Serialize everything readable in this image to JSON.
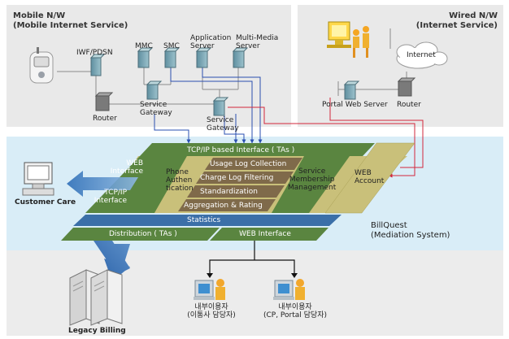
{
  "mobile_panel": {
    "title_line1": "Mobile N/W",
    "title_line2": "(Mobile Internet Service)",
    "iwf_label": "IWF/PDSN",
    "mmc_label": "MMC",
    "smc_label": "SMC",
    "app_server_line1": "Application",
    "app_server_line2": "Server",
    "mm_server_line1": "Multi-Media",
    "mm_server_line2": "Server",
    "router_label": "Router",
    "gateway1_line1": "Service",
    "gateway1_line2": "Gateway",
    "gateway2_line1": "Service",
    "gateway2_line2": "Gateway"
  },
  "wired_panel": {
    "title_line1": "Wired N/W",
    "title_line2": "(Internet Service)",
    "internet_label": "Internet",
    "portal_label": "Portal Web Server",
    "router_label": "Router"
  },
  "platform": {
    "tcpip_bar": "TCP/IP based Interface ( TAs )",
    "web_interface_left_line1": "WEB",
    "web_interface_left_line2": "Interface",
    "tcpip_left_line1": "TCP/IP",
    "tcpip_left_line2": "Interface",
    "phone_auth_line1": "Phone",
    "phone_auth_line2": "Authen",
    "phone_auth_line3": "tication",
    "usage_log": "Usage Log Collection",
    "charge_log": "Charge Log Filtering",
    "standardization": "Standardization",
    "aggregation": "Aggregation & Rating",
    "service_member_line1": "Service",
    "service_member_line2": "Membership",
    "service_member_line3": "Management",
    "web_account_line1": "WEB",
    "web_account_line2": "Account",
    "statistics": "Statistics",
    "distribution": "Distribution ( TAs )",
    "web_interface_bottom": "WEB Interface",
    "billquest_line1": "BillQuest",
    "billquest_line2": "(Mediation System)"
  },
  "outside": {
    "customer_care": "Customer Care",
    "legacy_billing": "Legacy Billing",
    "user1_line1": "내부이용자",
    "user1_line2": "(이통사 담당자)",
    "user2_line1": "내부이용자",
    "user2_line2": "(CP, Portal 담당자)"
  },
  "colors": {
    "panel_bg": "#e9e9e9",
    "bottom_bg": "#d9edf7",
    "dark_green": "#527a3a",
    "olive": "#c9c07a",
    "brown": "#7f6a4a",
    "blue_bar": "#3b6fa8",
    "blue_arrow": "#3a77c0",
    "red_line": "#d2283c"
  }
}
